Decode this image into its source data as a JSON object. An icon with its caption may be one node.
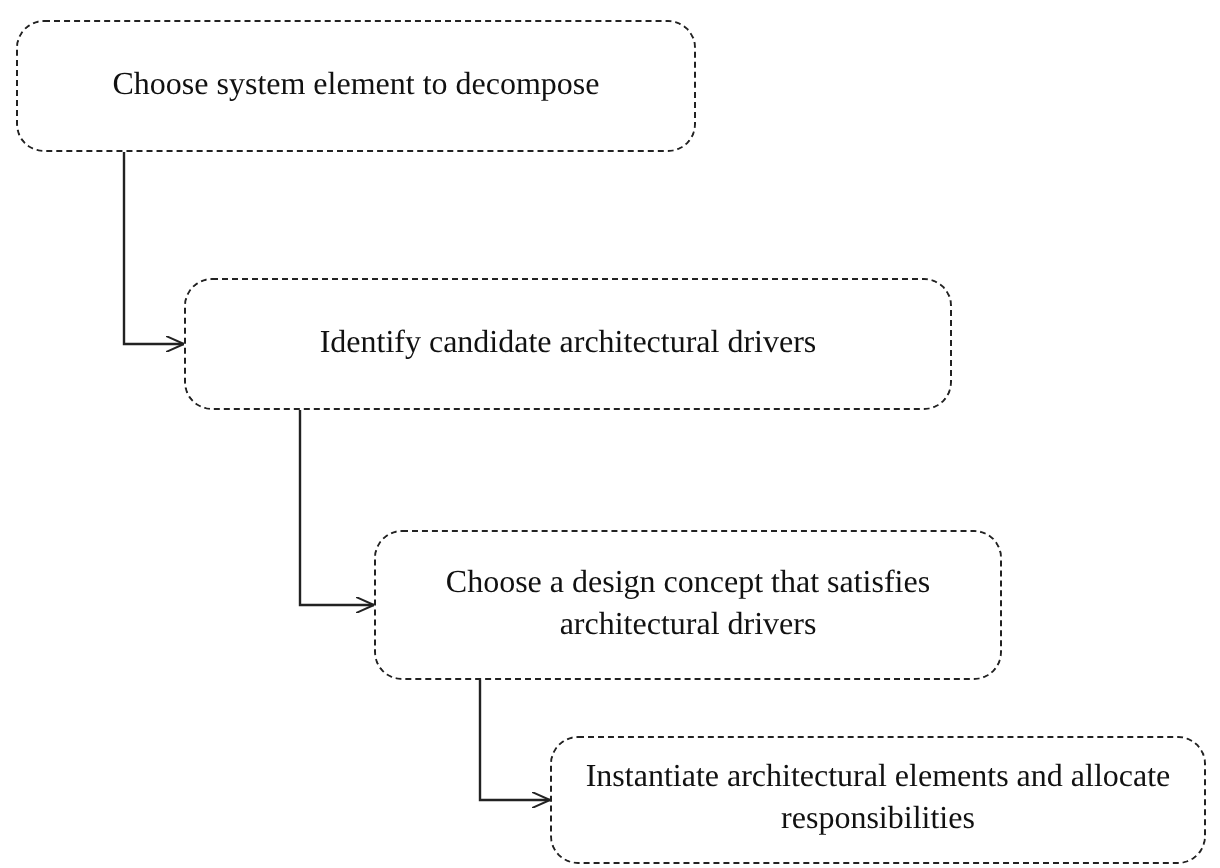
{
  "diagram": {
    "nodes": [
      {
        "text": [
          "Choose system element to decompose"
        ]
      },
      {
        "text": [
          "Identify candidate architectural drivers"
        ]
      },
      {
        "text": [
          "Choose a design concept that satisfies architectural drivers"
        ]
      },
      {
        "text": [
          "Instantiate architectural elements and allocate responsibilities"
        ]
      }
    ],
    "edges": [
      {
        "from": 0,
        "to": 1,
        "arrow": "to"
      },
      {
        "from": 1,
        "to": 2,
        "arrow": "to"
      },
      {
        "from": 2,
        "to": 3,
        "arrow": "to"
      }
    ]
  }
}
